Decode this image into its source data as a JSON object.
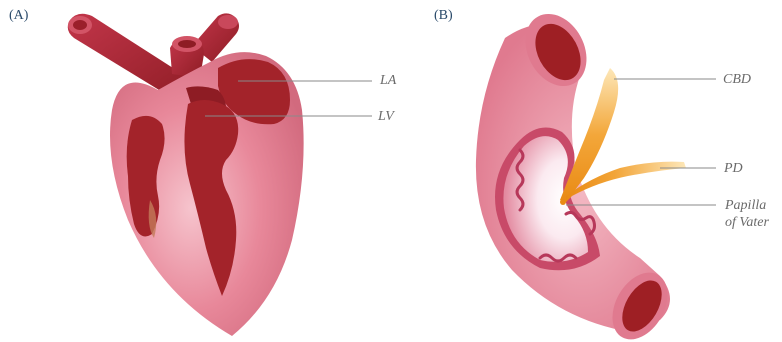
{
  "panels": [
    {
      "id": "A",
      "label": "(A)",
      "callouts": [
        {
          "label": "LA"
        },
        {
          "label": "LV"
        }
      ]
    },
    {
      "id": "B",
      "label": "(B)",
      "callouts": [
        {
          "label": "CBD"
        },
        {
          "label": "PD"
        },
        {
          "label": "Papilla",
          "label2": "of Vater"
        }
      ]
    }
  ],
  "colors": {
    "tissue_pink": "#e8889a",
    "tissue_dark": "#9e1f24",
    "tissue_light": "#f7d3d9",
    "duct_orange": "#f0a020",
    "leader_line": "#8a8a8a",
    "panel_label": "#2a4a6a"
  }
}
